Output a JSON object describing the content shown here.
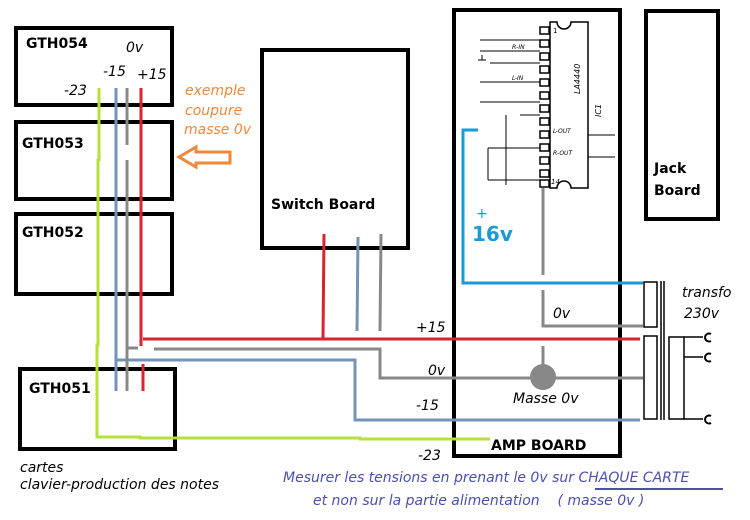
{
  "boards": {
    "gth054": "GTH054",
    "gth053": "GTH053",
    "gth052": "GTH052",
    "gth051": "GTH051",
    "switch_board": "Switch Board",
    "amp_board": "AMP BOARD",
    "jack_board_line1": "Jack",
    "jack_board_line2": "Board"
  },
  "voltages": {
    "top_0v": "0v",
    "top_minus15": "-15",
    "top_plus15": "+15",
    "top_minus23": "-23",
    "bus_plus15": "+15",
    "bus_0v": "0v",
    "bus_minus15": "-15",
    "bus_minus23": "-23",
    "amp_0v": "0v",
    "amp_plus": "+",
    "amp_16v": "16v",
    "masse": "Masse 0v"
  },
  "annotation": {
    "line1": "exemple",
    "line2": "coupure",
    "line3": "masse 0v"
  },
  "transformer": {
    "line1": "transfo",
    "line2": "230v"
  },
  "ic": {
    "name": "IC1",
    "part": "LA4440",
    "pin1": "1",
    "pin14": "14",
    "r_in": "R-IN",
    "l_in": "L-IN",
    "l_out": "L-OUT",
    "r_out": "R-OUT"
  },
  "footer": {
    "cartes_line1": "cartes",
    "cartes_line2": "clavier-production des notes",
    "note_line1_prefix": "Mesurer les tensions en prenant le 0v sur ",
    "note_line1_emph": "CHAQUE CARTE",
    "note_line2": "et non sur la partie alimentation    ( masse 0v )"
  },
  "colors": {
    "red": "#d9232e",
    "gray": "#888888",
    "blue_gray": "#7393b8",
    "lime": "#b6e03a",
    "cyan": "#1a9ad6",
    "orange": "#f0883a",
    "note_blue": "#4a4fb0"
  }
}
